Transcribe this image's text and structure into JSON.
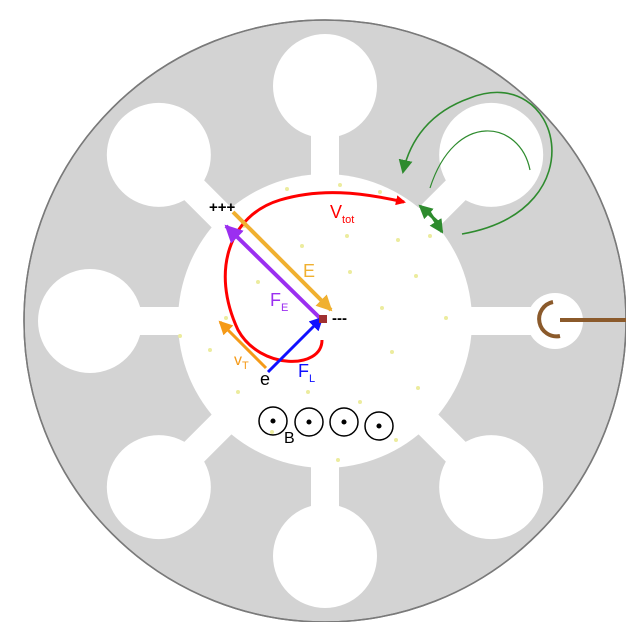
{
  "labels": {
    "plus": "+++",
    "minus": "---",
    "v_tot": {
      "main": "V",
      "sub": "tot"
    },
    "e_field": "E",
    "f_e": {
      "main": "F",
      "sub": "E"
    },
    "v_t": {
      "main": "v",
      "sub": "T"
    },
    "electron": "e",
    "f_l": {
      "main": "F",
      "sub": "L"
    },
    "b_field": "B"
  },
  "colors": {
    "body": "#d3d3d3",
    "outline": "#7a7a7a",
    "trajectory": "#ff0000",
    "e_field": "#f0b030",
    "f_e": "#9b2ff0",
    "f_l": "#1010ff",
    "v_t": "#f59a18",
    "green": "#2e8b2e",
    "antenna": "#8b5a2b",
    "dots": "#ecec9e"
  },
  "icons": {
    "b_field_symbol": "dot-in-circle-icon",
    "output_loop": "coupling-loop-icon"
  }
}
